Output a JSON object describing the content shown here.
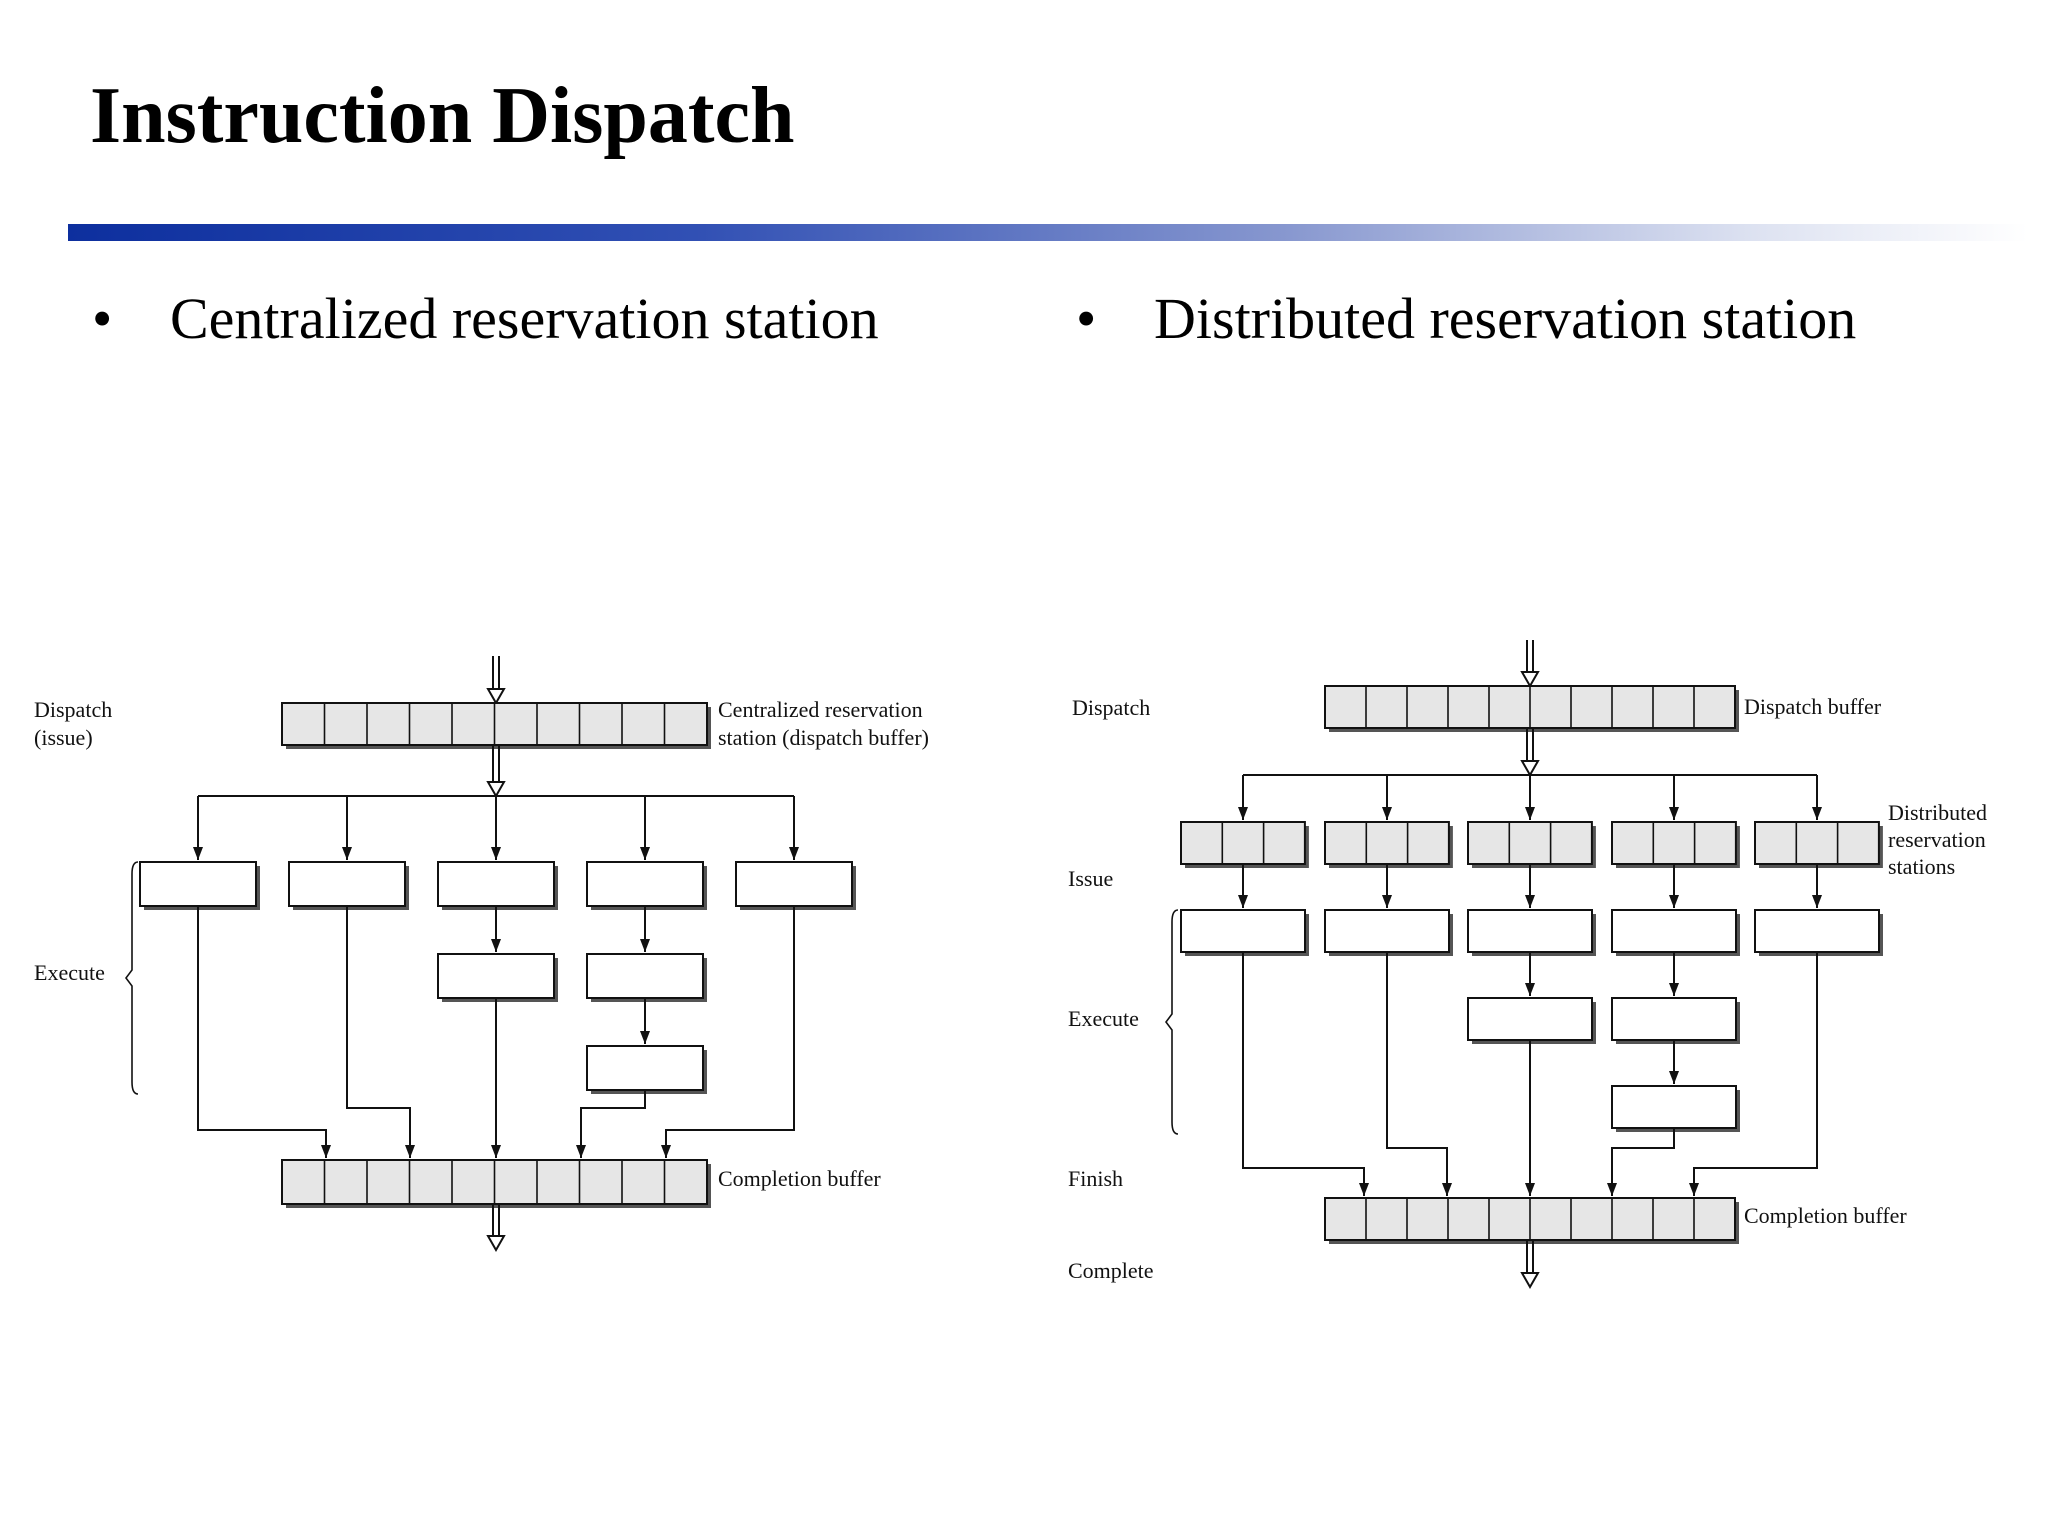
{
  "slide": {
    "title": "Instruction Dispatch",
    "bullets": [
      {
        "bullet": "•",
        "text": "Centralized reservation station"
      },
      {
        "bullet": "•",
        "text": "Distributed reservation station"
      }
    ]
  },
  "diagram_left": {
    "stages": {
      "dispatch_line1": "Dispatch",
      "dispatch_line2": "(issue)",
      "execute": "Execute"
    },
    "labels": {
      "reservation_line1": "Centralized reservation",
      "reservation_line2": "station (dispatch buffer)",
      "completion": "Completion buffer"
    }
  },
  "diagram_right": {
    "stages": {
      "dispatch": "Dispatch",
      "issue": "Issue",
      "execute": "Execute",
      "finish": "Finish",
      "complete": "Complete"
    },
    "labels": {
      "dispatch_buffer": "Dispatch buffer",
      "distributed_line1": "Distributed",
      "distributed_line2": "reservation",
      "distributed_line3": "stations",
      "completion": "Completion buffer"
    }
  },
  "colors": {
    "buffer_fill": "#e6e6e6",
    "line": "#111111",
    "title_rule_start": "#0d2f9e"
  }
}
